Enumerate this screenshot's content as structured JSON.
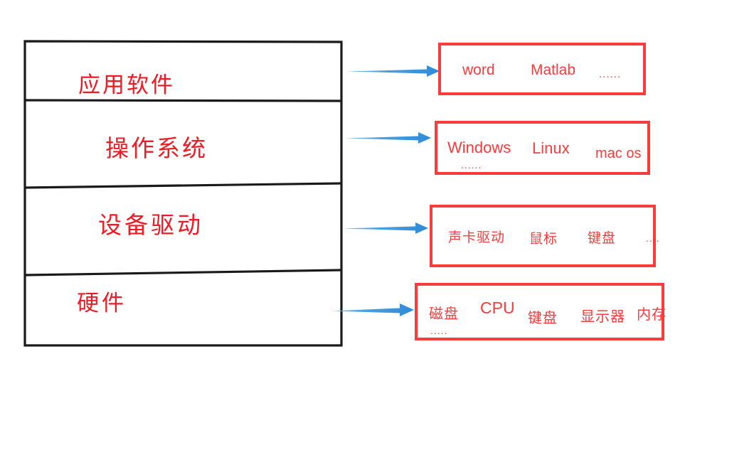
{
  "diagram": {
    "title": "",
    "colors": {
      "layer_text": "#ee1b24",
      "item_text": "#f73c3c",
      "box_border": "#f73c3c",
      "stack_border": "#1a1a1a",
      "arrow": "#2e8bd8"
    },
    "layers": [
      {
        "label": "应用软件"
      },
      {
        "label": "操作系统"
      },
      {
        "label": "设备驱动"
      },
      {
        "label": "硬件"
      }
    ],
    "examples": [
      {
        "for_layer": "应用软件",
        "items": [
          "word",
          "Matlab",
          "......"
        ]
      },
      {
        "for_layer": "操作系统",
        "items": [
          "Windows",
          "Linux",
          "mac os",
          "......"
        ]
      },
      {
        "for_layer": "设备驱动",
        "items": [
          "声卡驱动",
          "鼠标",
          "键盘",
          "...."
        ]
      },
      {
        "for_layer": "硬件",
        "items": [
          "磁盘",
          "CPU",
          "键盘",
          "显示器",
          "内存",
          "....."
        ]
      }
    ],
    "arrows": [
      {
        "name": "arrow-app"
      },
      {
        "name": "arrow-os"
      },
      {
        "name": "arrow-driver"
      },
      {
        "name": "arrow-hardware"
      }
    ]
  }
}
